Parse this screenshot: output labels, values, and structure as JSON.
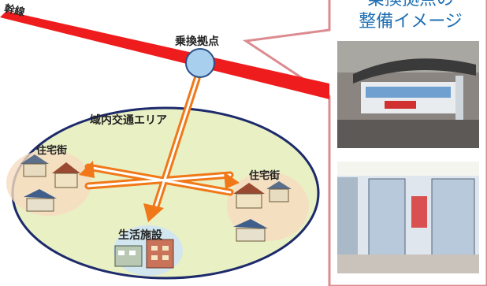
{
  "labels": {
    "trunk_line": "幹線",
    "transfer_hub": "乗換拠点",
    "area": "域内交通エリア",
    "residential_left": "住宅街",
    "residential_right": "住宅街",
    "facility": "生活施設",
    "callout_line1": "乗換拠点の",
    "callout_line2": "整備イメージ"
  },
  "colors": {
    "trunk_line": "#ee1c1c",
    "area_fill": "#e9f0c4",
    "area_stroke": "#1d2a6b",
    "hub_fill": "#a9cfee",
    "arrow": "#f07818",
    "callout": "#dc8c90",
    "callout_text": "#1f6fb2"
  },
  "photos": [
    {
      "subject": "bus-shelter-photo"
    },
    {
      "subject": "waiting-room-photo"
    }
  ]
}
